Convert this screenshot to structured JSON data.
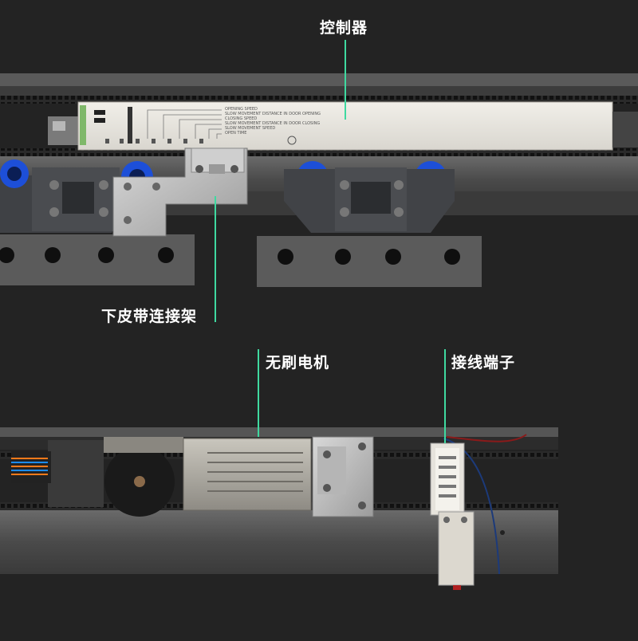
{
  "labels": {
    "controller": "控制器",
    "belt_bracket": "下皮带连接架",
    "motor": "无刷电机",
    "terminal": "接线端子"
  },
  "controller_panel": {
    "lines": [
      "OPENING SPEED",
      "SLOW MOVEMENT DISTANCE IN DOOR OPENING",
      "CLOSING SPEED",
      "SLOW MOVEMENT DISTANCE IN DOOR CLOSING",
      "SLOW MOVEMENT SPEED",
      "OPEN TIME"
    ]
  },
  "colors": {
    "background": "#232323",
    "leader_line": "#3fd9a0",
    "label_text": "#ffffff"
  }
}
